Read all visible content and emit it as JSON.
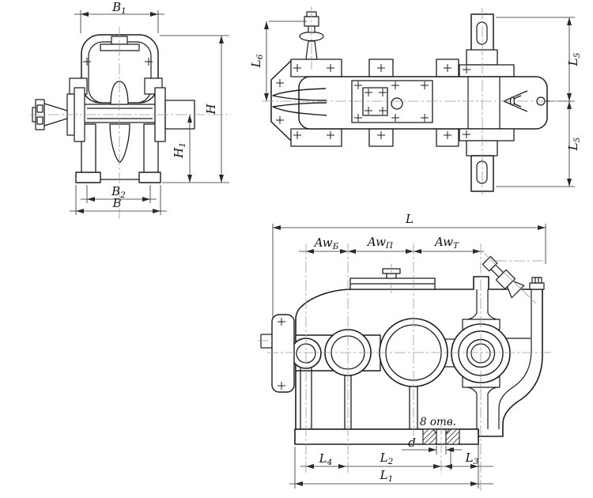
{
  "colors": {
    "background": "#ffffff",
    "outline": "#1c1c1c",
    "dimension": "#2a2a2a",
    "centerline": "#999999"
  },
  "views": {
    "front": {
      "dims": {
        "b1": {
          "main": "B",
          "sub": "1"
        },
        "h": {
          "main": "H",
          "sub": ""
        },
        "h1": {
          "main": "H",
          "sub": "1"
        },
        "b2": {
          "main": "B",
          "sub": "2"
        },
        "b": {
          "main": "B",
          "sub": ""
        }
      }
    },
    "top": {
      "dims": {
        "l6": {
          "main": "L",
          "sub": "6"
        },
        "l5_upper": {
          "main": "L",
          "sub": "5"
        },
        "l5_lower": {
          "main": "L",
          "sub": "5"
        }
      }
    },
    "side": {
      "dims": {
        "l": {
          "main": "L",
          "sub": ""
        },
        "aw_b": {
          "main": "Aw",
          "sub": "Б"
        },
        "aw_p": {
          "main": "Aw",
          "sub": "П"
        },
        "aw_t": {
          "main": "Aw",
          "sub": "Т"
        },
        "d": {
          "main": "d",
          "sub": ""
        },
        "l4": {
          "main": "L",
          "sub": "4"
        },
        "l2": {
          "main": "L",
          "sub": "2"
        },
        "l3": {
          "main": "L",
          "sub": "3"
        },
        "l1": {
          "main": "L",
          "sub": "1"
        }
      },
      "notes": {
        "holes": "8 отв."
      }
    }
  }
}
